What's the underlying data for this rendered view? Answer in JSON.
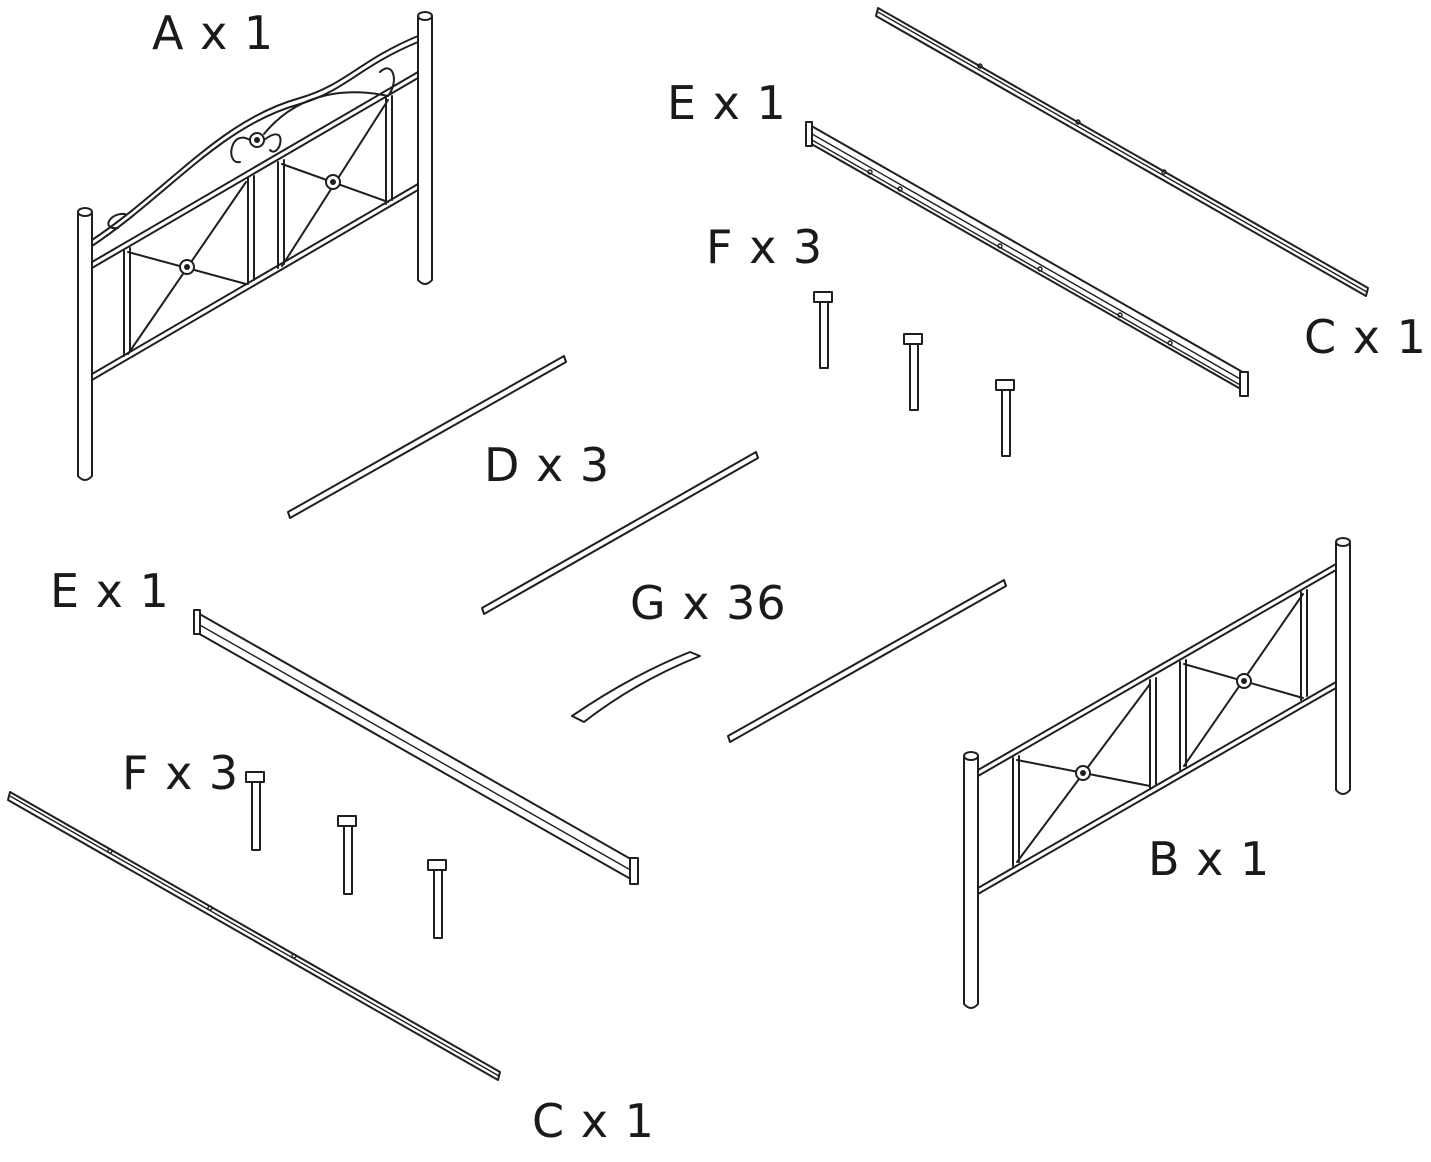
{
  "parts": {
    "A": {
      "label": "A x 1"
    },
    "B": {
      "label": "B x 1"
    },
    "C_top": {
      "label": "C x 1"
    },
    "C_bottom": {
      "label": "C x 1"
    },
    "D": {
      "label": "D x 3"
    },
    "E_top": {
      "label": "E x 1"
    },
    "E_left": {
      "label": "E x 1"
    },
    "F_top": {
      "label": "F x 3"
    },
    "F_left": {
      "label": "F x 3"
    },
    "G": {
      "label": "G x 36"
    }
  }
}
